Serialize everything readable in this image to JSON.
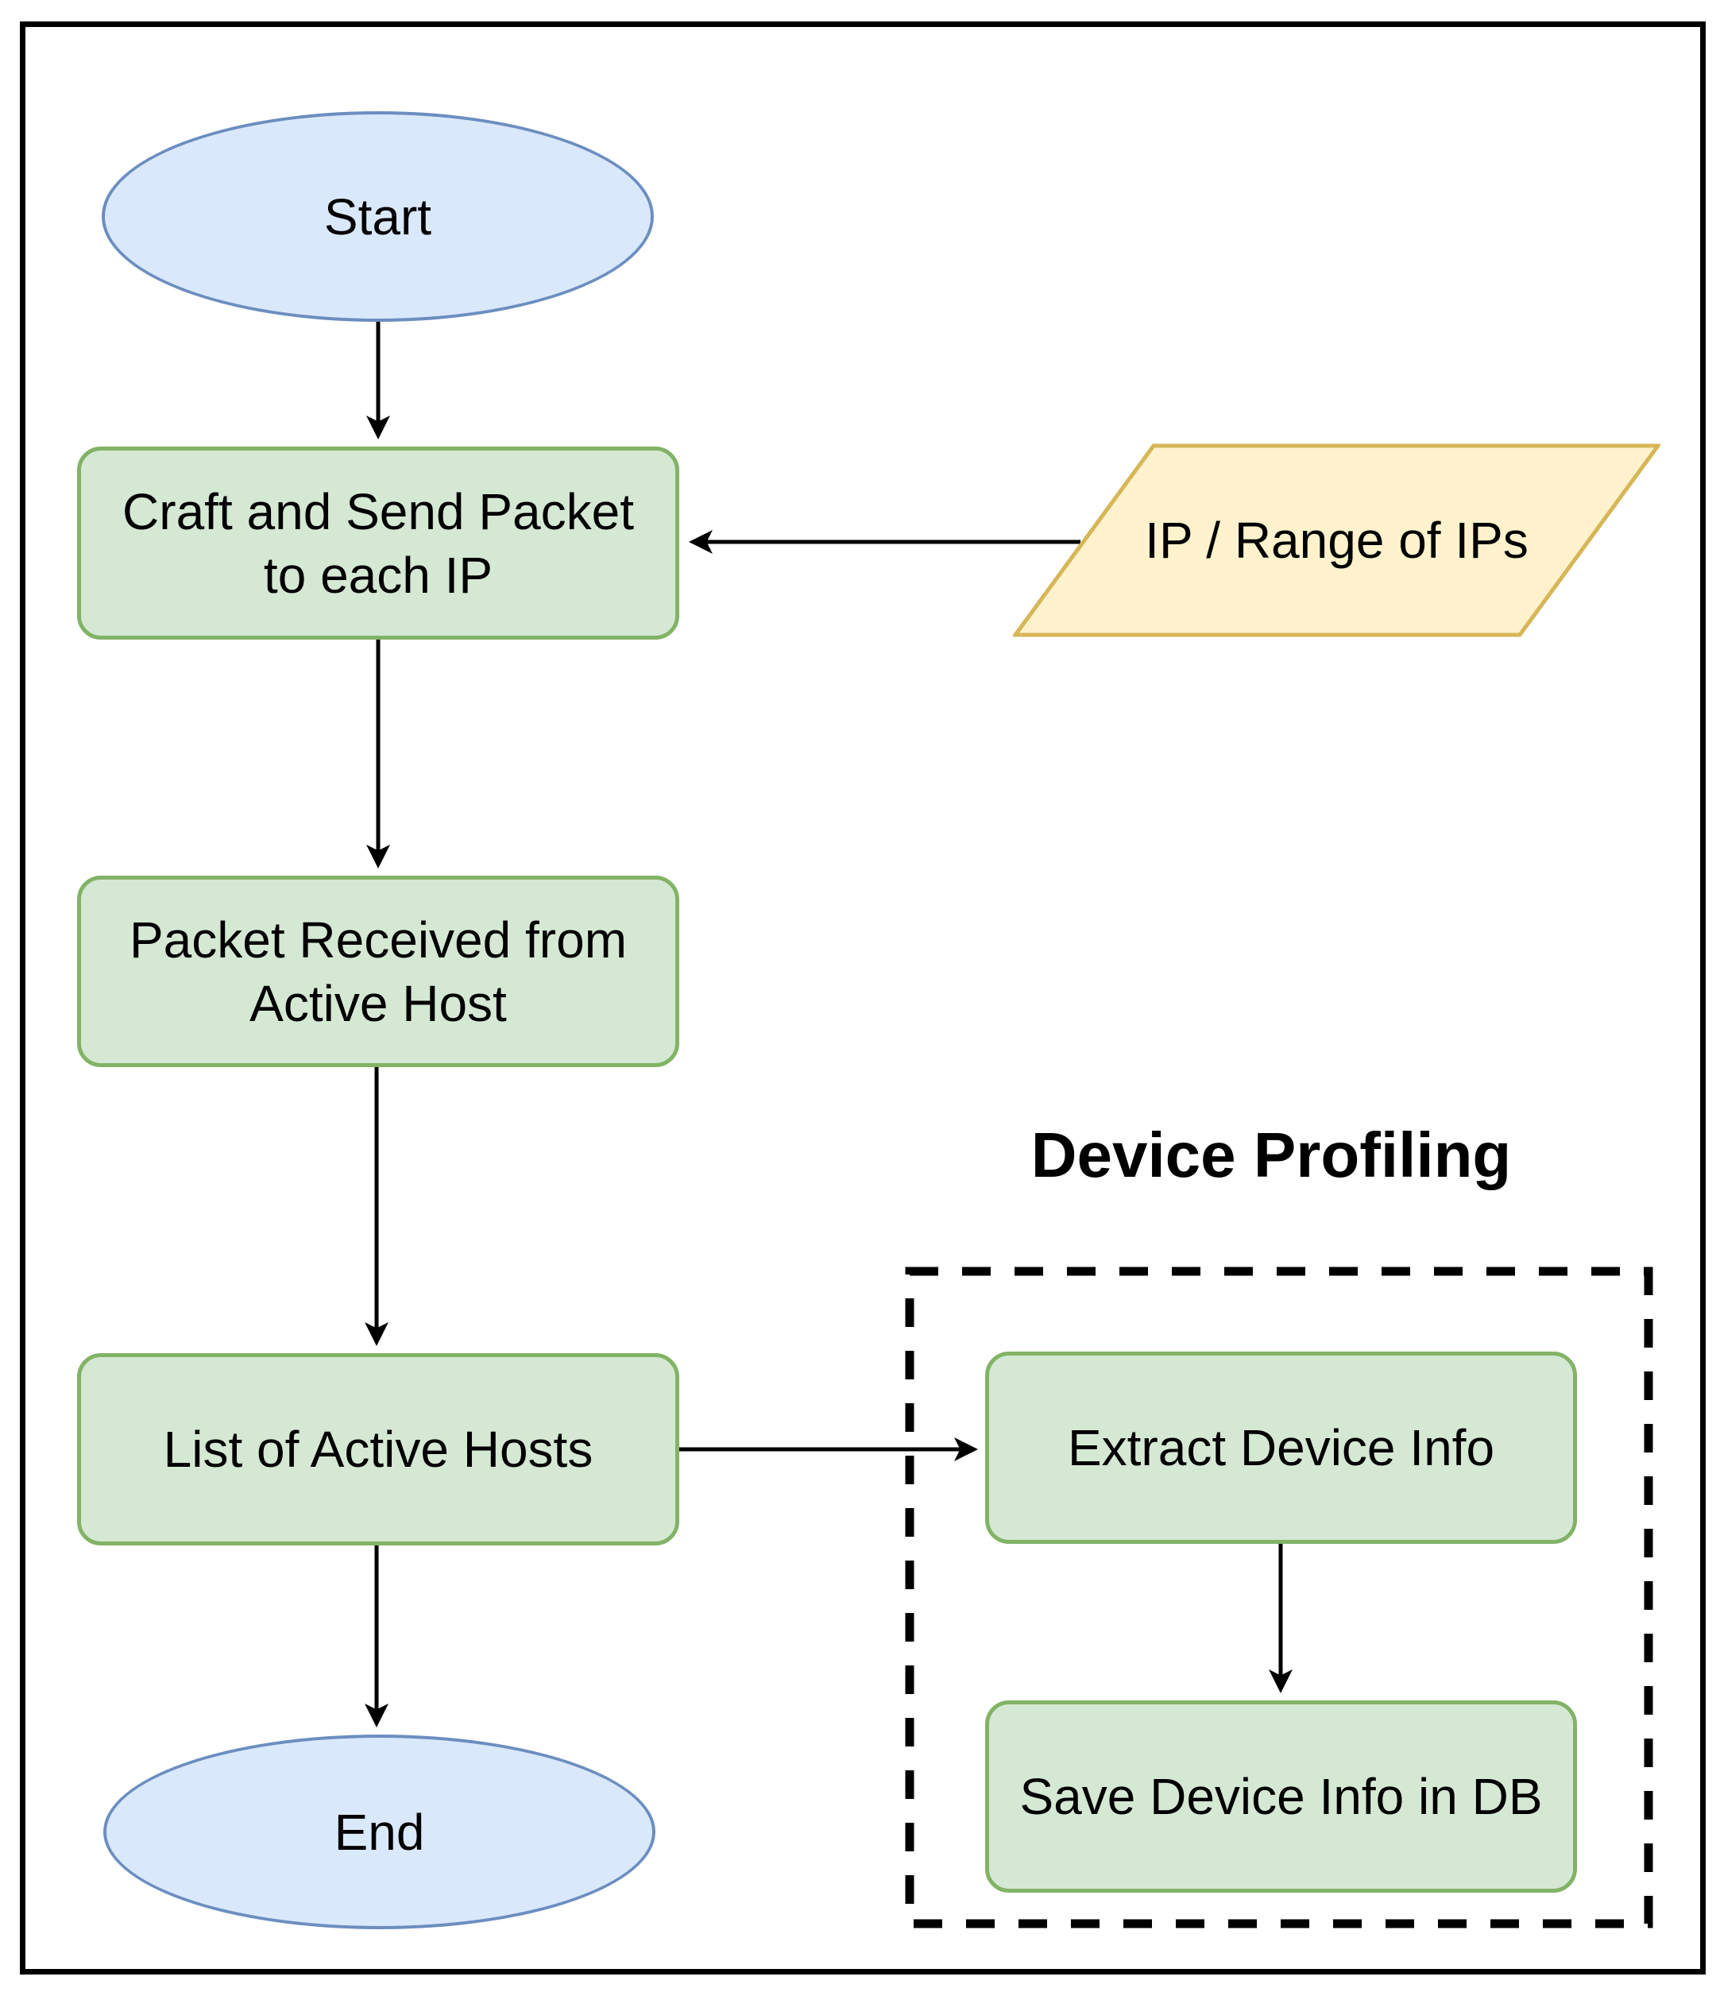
{
  "group": {
    "title": "Device Profiling"
  },
  "nodes": {
    "start": {
      "label": "Start",
      "shape": "terminator"
    },
    "craft_send": {
      "label": "Craft and Send Packet to each IP",
      "shape": "process"
    },
    "ip_input": {
      "label": "IP / Range of IPs",
      "shape": "data-parallelogram"
    },
    "packet_received": {
      "label": "Packet Received from Active Host",
      "shape": "process"
    },
    "active_hosts": {
      "label": "List of Active Hosts",
      "shape": "process"
    },
    "end": {
      "label": "End",
      "shape": "terminator"
    },
    "extract_info": {
      "label": "Extract Device Info",
      "shape": "process"
    },
    "save_info": {
      "label": "Save Device Info in DB",
      "shape": "process"
    }
  },
  "edges": [
    {
      "from": "start",
      "to": "craft_send"
    },
    {
      "from": "ip_input",
      "to": "craft_send"
    },
    {
      "from": "craft_send",
      "to": "packet_received"
    },
    {
      "from": "packet_received",
      "to": "active_hosts"
    },
    {
      "from": "active_hosts",
      "to": "end"
    },
    {
      "from": "active_hosts",
      "to": "extract_info"
    },
    {
      "from": "extract_info",
      "to": "save_info"
    }
  ],
  "colors": {
    "terminator_fill": "#dae8fc",
    "terminator_stroke": "#6c8ebf",
    "process_fill": "#d5e8d4",
    "process_stroke": "#82b366",
    "data_fill": "#fff2cc",
    "data_stroke": "#d6b656",
    "line": "#000000",
    "background": "#ffffff"
  }
}
